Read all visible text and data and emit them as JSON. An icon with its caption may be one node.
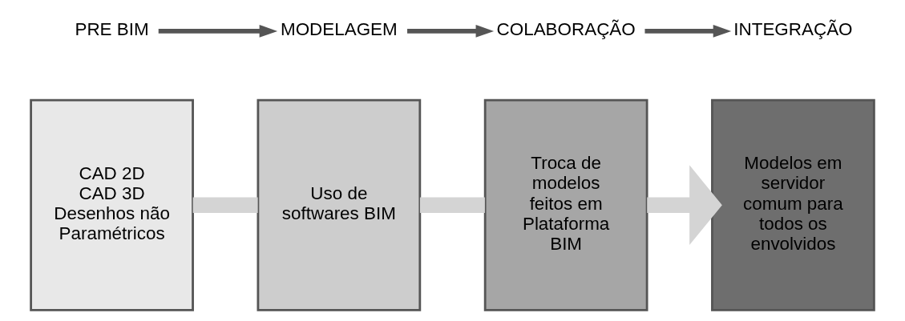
{
  "diagram": {
    "nodes": [
      {
        "text": [
          "PRE BIM"
        ]
      },
      {
        "text": [
          "MODELAGEM"
        ]
      },
      {
        "text": [
          "COLABORAÇÃO"
        ]
      },
      {
        "text": [
          "INTEGRAÇÃO"
        ]
      },
      {
        "text": [
          "CAD 2D",
          "CAD 3D",
          "Desenhos não Paramétricos"
        ]
      },
      {
        "text": [
          "Uso de softwares BIM"
        ]
      },
      {
        "text": [
          "Troca de modelos feitos em Plataforma BIM"
        ]
      },
      {
        "text": [
          "Modelos em servidor comum para todos os envolvidos"
        ]
      }
    ],
    "edges": [
      {
        "from": 0,
        "to": 1,
        "arrow": "to"
      },
      {
        "from": 1,
        "to": 2,
        "arrow": "to"
      },
      {
        "from": 2,
        "to": 3,
        "arrow": "to"
      },
      {
        "from": 4,
        "to": 5,
        "arrow": "none",
        "style": "thick",
        "color": "#d4d4d4"
      },
      {
        "from": 5,
        "to": 6,
        "arrow": "none",
        "style": "thick",
        "color": "#d4d4d4"
      },
      {
        "from": 6,
        "to": 7,
        "arrow": "to",
        "style": "thick",
        "color": "#d4d4d4"
      }
    ]
  }
}
